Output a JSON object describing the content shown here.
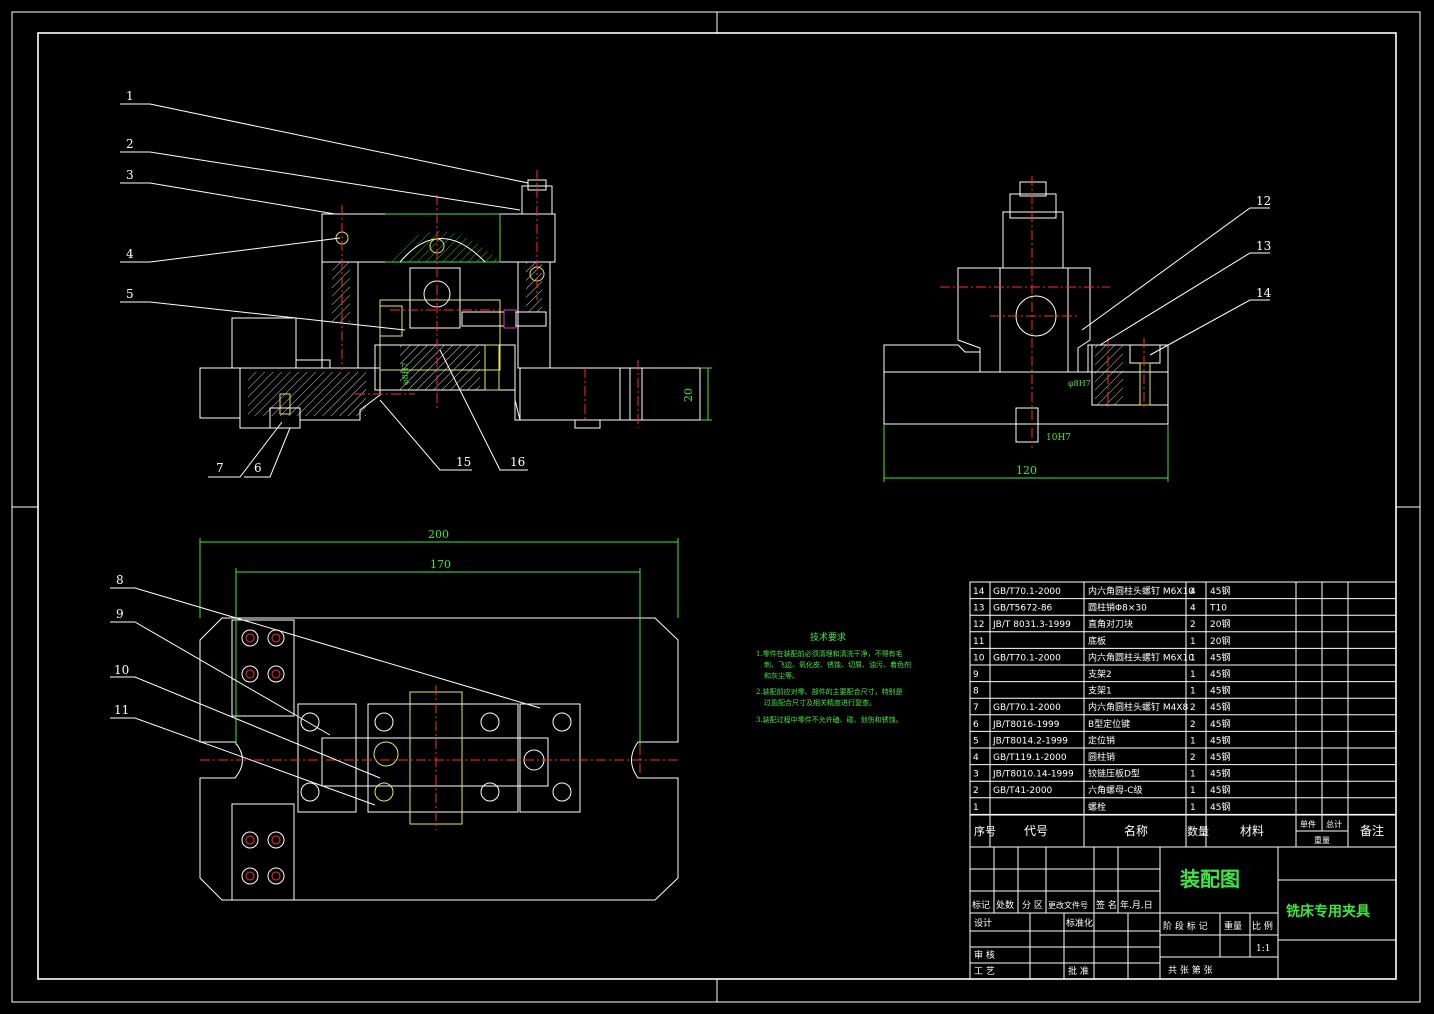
{
  "balloons": [
    "1",
    "2",
    "3",
    "4",
    "5",
    "6",
    "7",
    "15",
    "16",
    "8",
    "9",
    "10",
    "11",
    "12",
    "13",
    "14"
  ],
  "dimensions": {
    "front_height": "20",
    "front_dia": "φ8H7",
    "side_width": "120",
    "side_height": "10H7",
    "side_dia": "φ8H7",
    "top_overall": "200",
    "top_bolt_spacing": "170"
  },
  "tech_requirements": {
    "title": "技术要求",
    "lines": [
      "1.零件在装配前必须清理和清洗干净，不得有毛",
      "刺、飞边、氧化皮、锈蚀、切屑、油污、着色剂",
      "和灰尘等。",
      "2.装配前应对零、部件的主要配合尺寸，特别是",
      "过盈配合尺寸及相关精度进行复查。",
      "3.装配过程中零件不允许磕、碰、划伤和锈蚀。"
    ]
  },
  "bom": {
    "rows": [
      {
        "no": "14",
        "code": "GB/T70.1-2000",
        "name": "内六角圆柱头螺钉 M6X10",
        "qty": "4",
        "material": "45钢"
      },
      {
        "no": "13",
        "code": "GB/T5672-86",
        "name": "圆柱销Φ8×30",
        "qty": "4",
        "material": "T10"
      },
      {
        "no": "12",
        "code": "JB/T 8031.3-1999",
        "name": "直角对刀块",
        "qty": "2",
        "material": "20钢"
      },
      {
        "no": "11",
        "code": "",
        "name": "底板",
        "qty": "1",
        "material": "20钢"
      },
      {
        "no": "10",
        "code": "GB/T70.1-2000",
        "name": "内六角圆柱头螺钉 M6X10",
        "qty": "1",
        "material": "45钢"
      },
      {
        "no": "9",
        "code": "",
        "name": "支架2",
        "qty": "1",
        "material": "45钢"
      },
      {
        "no": "8",
        "code": "",
        "name": "支架1",
        "qty": "1",
        "material": "45钢"
      },
      {
        "no": "7",
        "code": "GB/T70.1-2000",
        "name": "内六角圆柱头螺钉 M4X8",
        "qty": "2",
        "material": "45钢"
      },
      {
        "no": "6",
        "code": "JB/T8016-1999",
        "name": "B型定位键",
        "qty": "2",
        "material": "45钢"
      },
      {
        "no": "5",
        "code": "JB/T8014.2-1999",
        "name": "定位销",
        "qty": "1",
        "material": "45钢"
      },
      {
        "no": "4",
        "code": "GB/T119.1-2000",
        "name": "圆柱销",
        "qty": "2",
        "material": "45钢"
      },
      {
        "no": "3",
        "code": "JB/T8010.14-1999",
        "name": "铰链压板D型",
        "qty": "1",
        "material": "45钢"
      },
      {
        "no": "2",
        "code": "GB/T41-2000",
        "name": "六角螺母-C级",
        "qty": "1",
        "material": "45钢"
      },
      {
        "no": "1",
        "code": "",
        "name": "螺栓",
        "qty": "1",
        "material": "45钢"
      }
    ],
    "header": {
      "no": "序号",
      "code": "代号",
      "name": "名称",
      "qty": "数量",
      "material": "材料",
      "single": "单件",
      "total": "总计",
      "weight": "重量",
      "remark": "备注"
    }
  },
  "title_block": {
    "drawing_name": "装配图",
    "product_name": "铣床专用夹具",
    "scale": "1:1",
    "labels": {
      "mark": "标记",
      "count": "处数",
      "zone": "分 区",
      "change_doc": "更改文件号",
      "sign": "签 名",
      "date": "年.月.日",
      "design": "设计",
      "standardize": "标准化",
      "stage_mark": "阶 段 标 记",
      "weight": "重量",
      "ratio": "比 例",
      "review": "审 核",
      "process": "工 艺",
      "approve": "批 准",
      "sheets": "共    张  第    张"
    }
  }
}
